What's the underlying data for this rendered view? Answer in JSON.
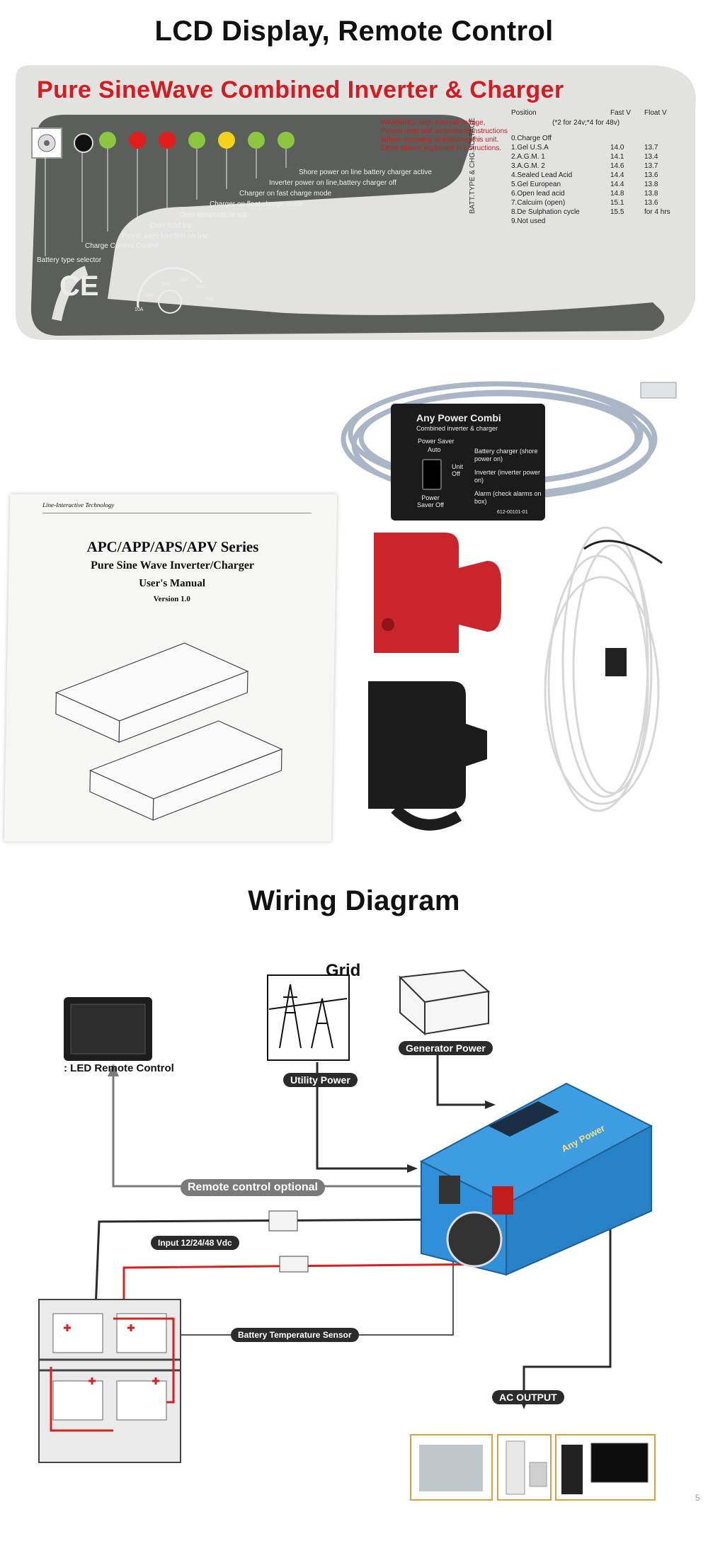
{
  "headings": {
    "lcd": "LCD Display, Remote Control",
    "wiring": "Wiring Diagram"
  },
  "panel": {
    "title": "Pure SineWave Combined Inverter & Charger",
    "callouts": [
      "Battery type selector",
      "Charge  Current  Control",
      "Power save function on line",
      "Over load trip",
      "Over temperature trip",
      "Charger on float charge mode",
      "Charger on fast charge mode",
      "Inverter power on line,battery charger off",
      "Shore power on line battery charger active"
    ],
    "warning": [
      "WARNING:  High internal voltage,",
      "Please read and understand instructions",
      "before operating or installing this unit.",
      "Other alarms explained in instructions."
    ],
    "vertical_label": "BATT.TYPE & CHG.VOLTAGE",
    "table_header": {
      "position": "Position",
      "fast": "Fast V",
      "float": "Float V",
      "note": "(*2 for 24v;*4 for 48v)"
    },
    "battery_types": [
      {
        "name": "0.Charge Off",
        "fast": "",
        "float": ""
      },
      {
        "name": "1.Gel U.S.A",
        "fast": "14.0",
        "float": "13.7"
      },
      {
        "name": "2.A.G.M. 1",
        "fast": "14.1",
        "float": "13.4"
      },
      {
        "name": "3.A.G.M. 2",
        "fast": "14.6",
        "float": "13.7"
      },
      {
        "name": "4.Sealed Lead Acid",
        "fast": "14.4",
        "float": "13.6"
      },
      {
        "name": "5.Gel European",
        "fast": "14.4",
        "float": "13.8"
      },
      {
        "name": "6.Open lead acid",
        "fast": "14.8",
        "float": "13.8"
      },
      {
        "name": "7.Calcuim (open)",
        "fast": "15.1",
        "float": "13.6"
      },
      {
        "name": "8.De Sulphation cycle",
        "fast": "15.5",
        "float": "for 4 hrs"
      },
      {
        "name": "9.Not used",
        "fast": "",
        "float": ""
      }
    ],
    "ce_mark": "CE",
    "knob_labels": [
      "10A",
      "15A",
      "20A",
      "30A",
      "50A",
      "75A"
    ],
    "led_colors": [
      "#8bc63e",
      "#e31d1d",
      "#e31d1d",
      "#8bc63e",
      "#f3d21a",
      "#8bc63e",
      "#8bc63e"
    ],
    "panel_color": "#5a5f5a",
    "title_color": "#d71920"
  },
  "remote": {
    "title": "Any Power Combi",
    "subtitle": "Combined inverter & charger",
    "power_saver": "Power Saver",
    "auto": "Auto",
    "unit_label": "Unit",
    "off_label": "Off",
    "power_saver_off": "Power Saver Off",
    "indicators": [
      "Battery charger (shore power on)",
      "Inverter (inverter power on)",
      "Alarm (check alarms on box)"
    ],
    "part_no": "612-00101-01"
  },
  "manual": {
    "brand": "Line-Interactive Technology",
    "series": "APC/APP/APS/APV Series",
    "product": "Pure Sine Wave Inverter/Charger",
    "doc": "User's Manual",
    "version": "Version 1.0"
  },
  "wiring": {
    "grid": "Grid",
    "utility_power": "Utility Power",
    "generator_power": "Generator Power",
    "led_remote": ": LED Remote Control",
    "remote_optional": "Remote control optional",
    "input": "Input 12/24/48 Vdc",
    "battery_sensor": "Battery Temperature Sensor",
    "ac_output": "AC OUTPUT",
    "brand_on_unit": "Any Power",
    "page_mark": "5",
    "wire_red": "#d92020",
    "wire_dark": "#2a2a2a",
    "wire_grey": "#7a7a7a",
    "unit_color": "#2f8fd8"
  }
}
